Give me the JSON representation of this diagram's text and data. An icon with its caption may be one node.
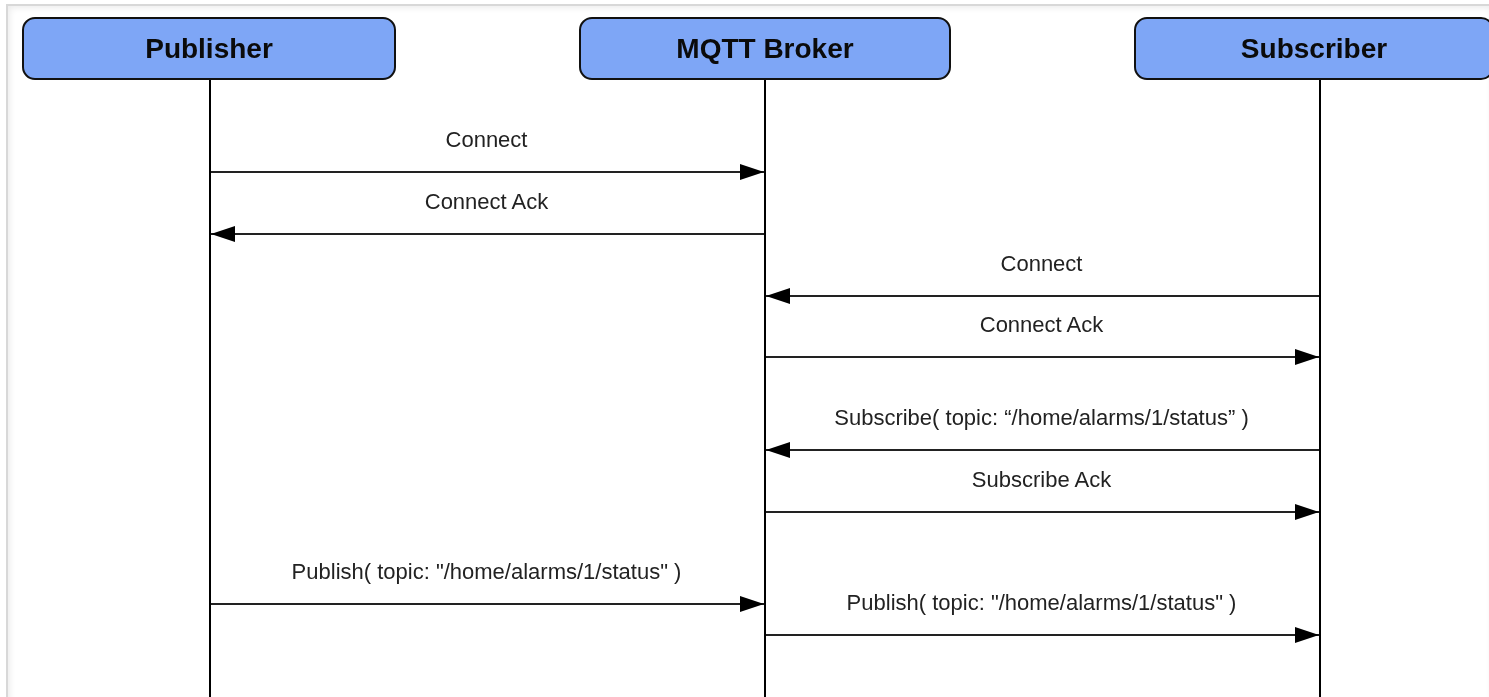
{
  "diagram": {
    "nodes": [
      {
        "text": [
          "Publisher"
        ]
      },
      {
        "text": [
          "MQTT Broker"
        ]
      },
      {
        "text": [
          "Subscriber"
        ]
      },
      {
        "text": [],
        "shape": "bar"
      },
      {
        "text": [],
        "shape": "bar"
      },
      {
        "text": [],
        "shape": "bar"
      }
    ],
    "edges": [
      {
        "from": 3,
        "to": 4,
        "arrow": "to",
        "label": "Connect"
      },
      {
        "from": 4,
        "to": 3,
        "arrow": "to",
        "label": "Connect Ack"
      },
      {
        "from": 5,
        "to": 4,
        "arrow": "to",
        "label": "Connect"
      },
      {
        "from": 4,
        "to": 5,
        "arrow": "to",
        "label": "Connect Ack"
      },
      {
        "from": 5,
        "to": 4,
        "arrow": "to",
        "label": "Subscribe( topic: “/home/alarms/1/status” )"
      },
      {
        "from": 4,
        "to": 5,
        "arrow": "to",
        "label": "Subscribe Ack"
      },
      {
        "from": 3,
        "to": 4,
        "arrow": "to",
        "label": "Publish( topic: \"/home/alarms/1/status\" )"
      },
      {
        "from": 4,
        "to": 5,
        "arrow": "to",
        "label": "Publish( topic: \"/home/alarms/1/status\" )"
      }
    ]
  }
}
